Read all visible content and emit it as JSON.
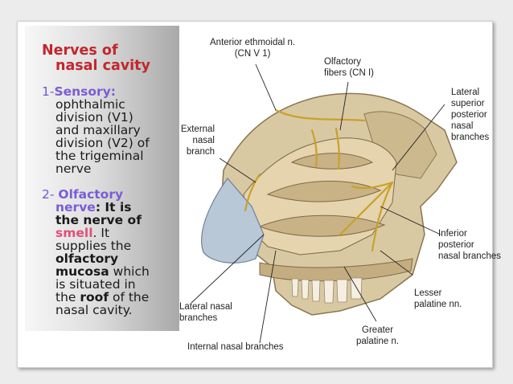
{
  "slide": {
    "title_line1": "Nerves of",
    "title_line2": "nasal cavity",
    "sensory": {
      "number": "1-",
      "heading": "Sensory:",
      "lines": [
        "ophthalmic",
        "division (V1)",
        "and maxillary",
        "division (V2) of",
        "the trigeminal",
        "nerve"
      ]
    },
    "olfactory": {
      "number": "2- ",
      "heading_a": "Olfactory",
      "heading_b": "nerve",
      "b1": ": It is",
      "b2": "the nerve of",
      "smell": "smell",
      "t1": ". It",
      "t2": "supplies the",
      "b3": "olfactory",
      "b4": "mucosa",
      "t3": " which",
      "t4": "is situated in",
      "t5": "the ",
      "roof": "roof",
      "t6": " of the",
      "t7": "nasal cavity."
    }
  },
  "figure_labels": {
    "anterior_ethmoidal_1": "Anterior ethmoidal n.",
    "anterior_ethmoidal_2": "(CN V 1)",
    "olfactory_fibers_1": "Olfactory",
    "olfactory_fibers_2": "fibers (CN I)",
    "lateral_sup_1": "Lateral",
    "lateral_sup_2": "superior",
    "lateral_sup_3": "posterior",
    "lateral_sup_4": "nasal",
    "lateral_sup_5": "branches",
    "external_1": "External",
    "external_2": "nasal",
    "external_3": "branch",
    "inferior_1": "Inferior",
    "inferior_2": "posterior",
    "inferior_3": "nasal branches",
    "lesser_1": "Lesser",
    "lesser_2": "palatine nn.",
    "lateral_nasal_1": "Lateral nasal",
    "lateral_nasal_2": "branches",
    "greater_1": "Greater",
    "greater_2": "palatine n.",
    "internal": "Internal nasal branches"
  }
}
